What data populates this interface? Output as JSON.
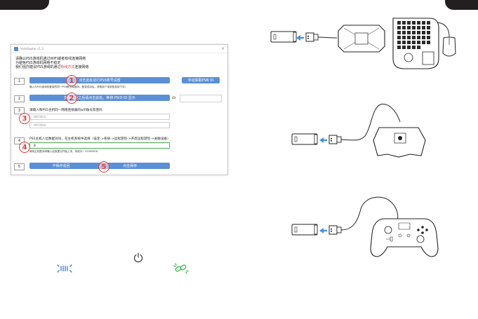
{
  "window": {
    "title": "VoilaSapter  v1.3",
    "close_glyph": "×",
    "intro_line1": "请确认PS5游戏机通过WIFI或者有线连接网络",
    "intro_line2": "为避免PS5游戏机网络不稳定",
    "intro_line3a": "我们强烈建议PS5游戏机通过",
    "intro_line3_warn": "有线方式",
    "intro_line3b": "连接网络"
  },
  "steps": [
    {
      "num": "1",
      "button": "点击此处进行PS5账号设置",
      "side_button": "手动获取PSN ID",
      "note": "输入与PS5游戏机登录的同一PS5账号和密码，登录成功后，获取到个用到信息到下次）"
    },
    {
      "num": "2",
      "button": "复制错误之后请点击此处，等待 PSID ID 显示",
      "id_label": "ID:"
    },
    {
      "num": "3",
      "heading": "请输入和PS5主机同一网络连接器的wifi账号及密码",
      "field1_placeholder": "WIFI账号",
      "field2_placeholder": "WIFI密码"
    },
    {
      "num": "4",
      "heading": "PS5主机八位数配对码，在主机系统中选择（设定->系统->远程游玩->开启远程游玩->关联设备）",
      "input_value": "8",
      "note": "请将主机配对码输入后按提交开始上传，传成为：12345678"
    },
    {
      "num": "5",
      "left_button": "不保存退回",
      "right_button": "点击保存"
    }
  ],
  "callouts": [
    "1",
    "2",
    "3",
    "4",
    "5"
  ],
  "icons": {
    "power": "power-icon",
    "blink": "led-blink-icon",
    "link": "link-icon",
    "arrow": "arrow-left-icon"
  },
  "colors": {
    "button_blue": "#5b8fd6",
    "callout_red": "#e53935",
    "arrow_blue": "#4a90d9",
    "blink_blue": "#2f7de1",
    "link_green": "#35b24a",
    "tab_dark": "#231f20"
  }
}
